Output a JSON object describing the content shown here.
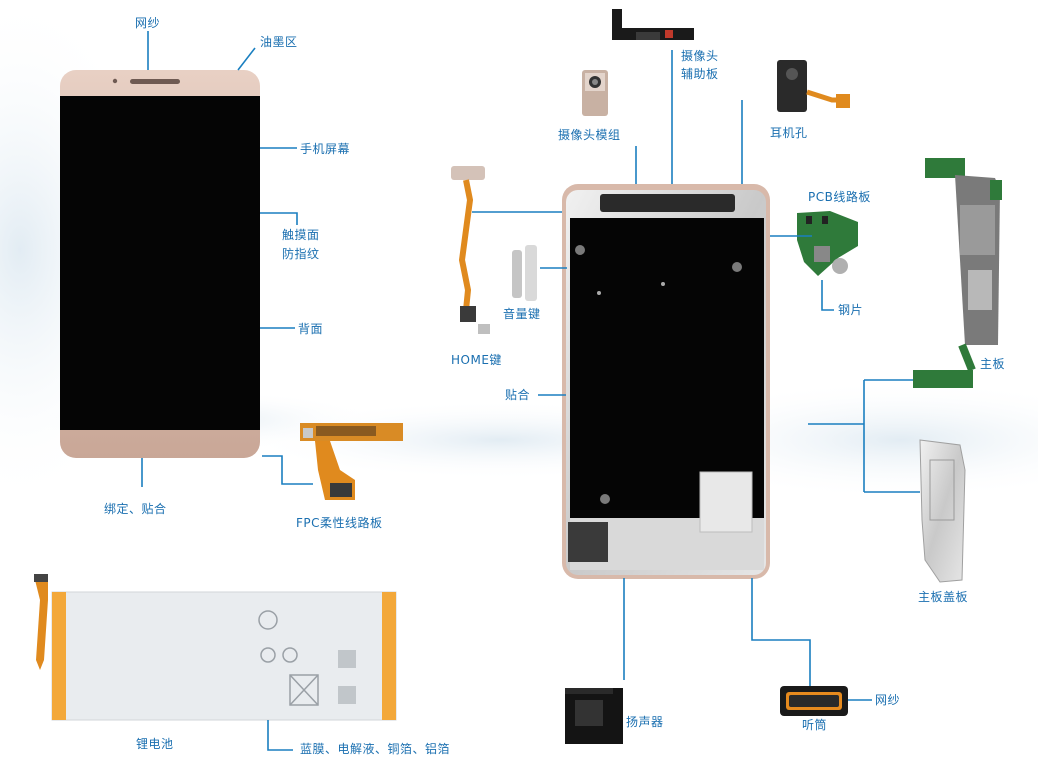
{
  "labels": {
    "mesh_top": "网纱",
    "ink_area": "油墨区",
    "screen": "手机屏幕",
    "touch": "触摸面",
    "antifinger": "防指纹",
    "back": "背面",
    "bind": "绑定、贴合",
    "fpc": "FPC柔性线路板",
    "battery": "锂电池",
    "battery_mat": "蓝膜、电解液、铜箔、铝箔",
    "camera_board_1": "摄像头",
    "camera_board_2": "辅助板",
    "camera_module": "摄像头模组",
    "earphone": "耳机孔",
    "pcb": "PCB线路板",
    "steel": "钢片",
    "home": "HOME键",
    "volume": "音量键",
    "paste": "贴合",
    "mainboard": "主板",
    "mainboard_cover": "主板盖板",
    "speaker": "扬声器",
    "receiver": "听筒",
    "mesh_right": "网纱"
  },
  "colors": {
    "label": "#1a6fb0",
    "line": "#1a7fc0",
    "screen": "#050505",
    "rose_gold": "#dcbfb2",
    "fpc": "#e08a1e",
    "pcb_green": "#2f7a3a",
    "battery_body": "#e9ecef",
    "battery_tape": "#f3a83a"
  }
}
